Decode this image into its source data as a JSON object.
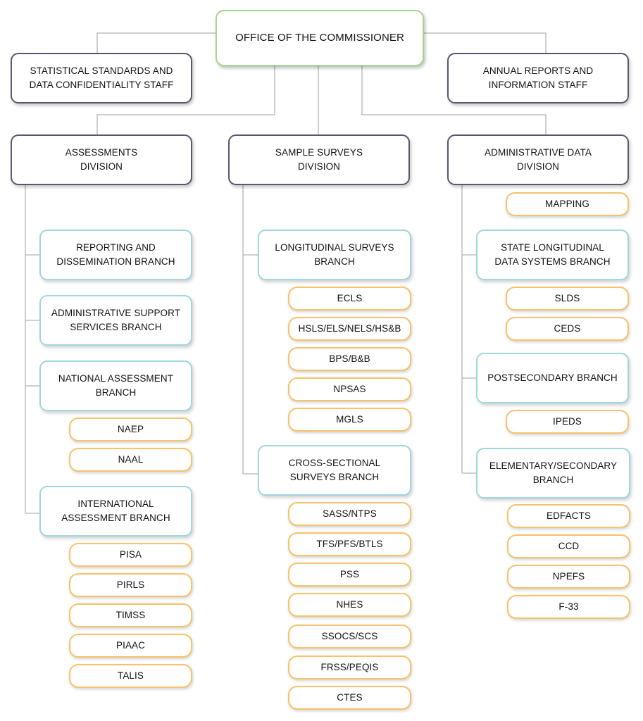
{
  "commissioner": "OFFICE OF THE COMMISSIONER",
  "staff": {
    "left": "STATISTICAL STANDARDS AND\nDATA CONFIDENTIALITY STAFF",
    "right": "ANNUAL REPORTS AND\nINFORMATION STAFF"
  },
  "divisions": [
    {
      "name": "ASSESSMENTS\nDIVISION",
      "branches": [
        {
          "name": "REPORTING AND\nDISSEMINATION BRANCH",
          "programs": []
        },
        {
          "name": "ADMINISTRATIVE SUPPORT\nSERVICES BRANCH",
          "programs": []
        },
        {
          "name": "NATIONAL ASSESSMENT\nBRANCH",
          "programs": [
            "NAEP",
            "NAAL"
          ]
        },
        {
          "name": "INTERNATIONAL\nASSESSMENT BRANCH",
          "programs": [
            "PISA",
            "PIRLS",
            "TIMSS",
            "PIAAC",
            "TALIS"
          ]
        }
      ]
    },
    {
      "name": "SAMPLE SURVEYS\nDIVISION",
      "branches": [
        {
          "name": "LONGITUDINAL SURVEYS\nBRANCH",
          "programs": [
            "ECLS",
            "HSLS/ELS/NELS/HS&B",
            "BPS/B&B",
            "NPSAS",
            "MGLS"
          ]
        },
        {
          "name": "CROSS-SECTIONAL\nSURVEYS BRANCH",
          "programs": [
            "SASS/NTPS",
            "TFS/PFS/BTLS",
            "PSS",
            "NHES",
            "SSOCS/SCS",
            "FRSS/PEQIS",
            "CTES"
          ]
        }
      ]
    },
    {
      "name": "ADMINISTRATIVE DATA\nDIVISION",
      "mapping": "MAPPING",
      "branches": [
        {
          "name": "STATE LONGITUDINAL\nDATA SYSTEMS BRANCH",
          "programs": [
            "SLDS",
            "CEDS"
          ]
        },
        {
          "name": "POSTSECONDARY BRANCH",
          "programs": [
            "IPEDS"
          ]
        },
        {
          "name": "ELEMENTARY/SECONDARY\nBRANCH",
          "programs": [
            "EDFACTS",
            "CCD",
            "NPEFS",
            "F-33"
          ]
        }
      ]
    }
  ]
}
